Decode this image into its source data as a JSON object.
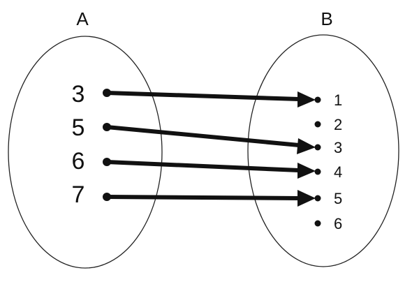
{
  "set_a": {
    "label": "A",
    "elements": [
      "3",
      "5",
      "6",
      "7"
    ]
  },
  "set_b": {
    "label": "B",
    "elements": [
      "1",
      "2",
      "3",
      "4",
      "5",
      "6"
    ]
  },
  "mappings": [
    {
      "from": "3",
      "to": "1"
    },
    {
      "from": "5",
      "to": "3"
    },
    {
      "from": "6",
      "to": "4"
    },
    {
      "from": "7",
      "to": "5"
    }
  ]
}
